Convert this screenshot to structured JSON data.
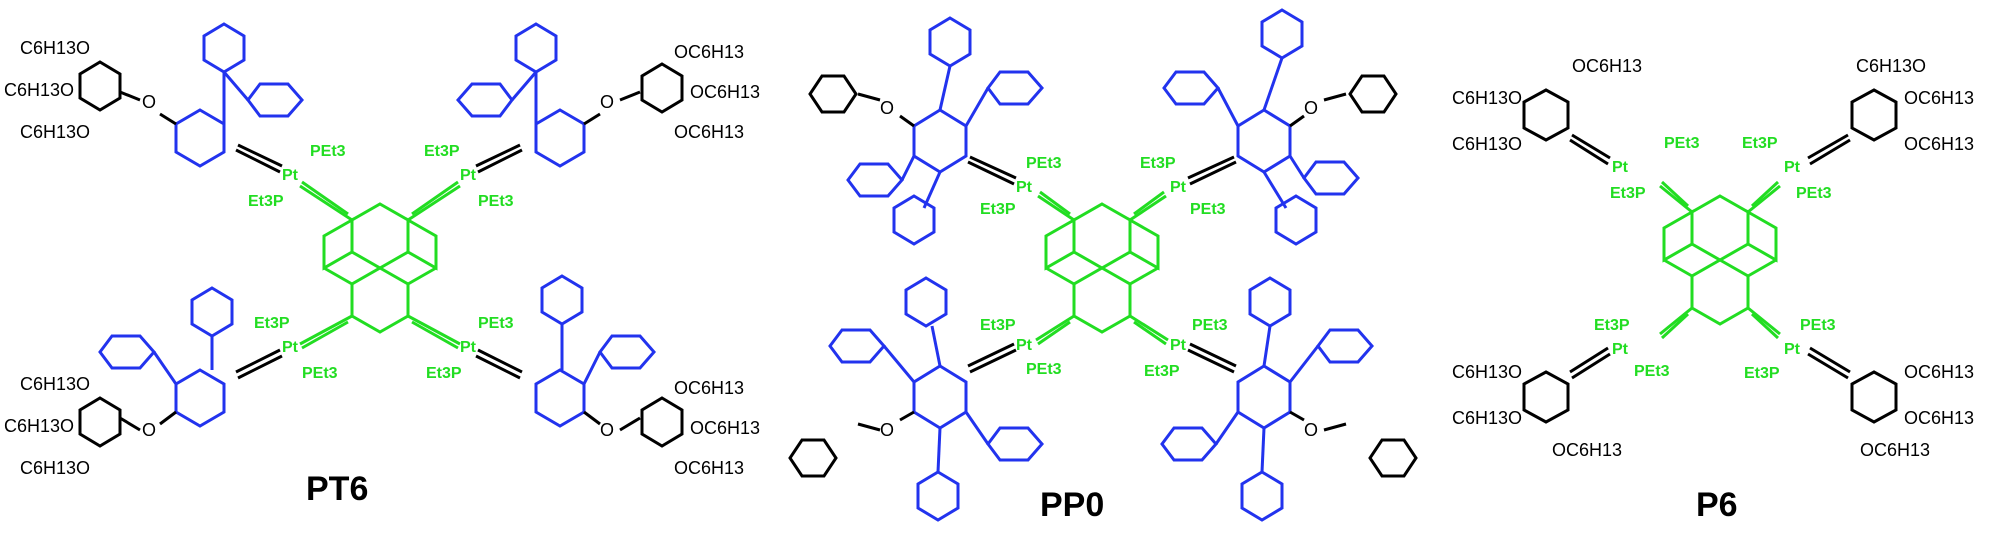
{
  "colors": {
    "black": "#000000",
    "green": "#22dd22",
    "blue": "#2233ee"
  },
  "compounds": [
    {
      "name": "PT6",
      "terminal_left_top": [
        "C6H13O",
        "C6H13O",
        "C6H13O"
      ],
      "terminal_left_bottom": [
        "C6H13O",
        "C6H13O",
        "C6H13O"
      ],
      "terminal_right_top": [
        "OC6H13",
        "OC6H13",
        "OC6H13"
      ],
      "terminal_right_bottom": [
        "OC6H13",
        "OC6H13",
        "OC6H13"
      ],
      "o_label": "O",
      "pt_label": "Pt",
      "pet3_label": "PEt3",
      "et3p_label": "Et3P"
    },
    {
      "name": "PP0",
      "o_label": "O",
      "pt_label": "Pt",
      "pet3_label": "PEt3",
      "et3p_label": "Et3P"
    },
    {
      "name": "P6",
      "terminal_left_top": [
        "OC6H13",
        "C6H13O",
        "C6H13O"
      ],
      "terminal_left_bottom": [
        "C6H13O",
        "C6H13O",
        "OC6H13"
      ],
      "terminal_right_top": [
        "C6H13O",
        "OC6H13",
        "OC6H13"
      ],
      "terminal_right_bottom": [
        "OC6H13",
        "OC6H13",
        "OC6H13"
      ],
      "pt_label": "Pt",
      "pet3_label": "PEt3",
      "et3p_label": "Et3P"
    }
  ]
}
